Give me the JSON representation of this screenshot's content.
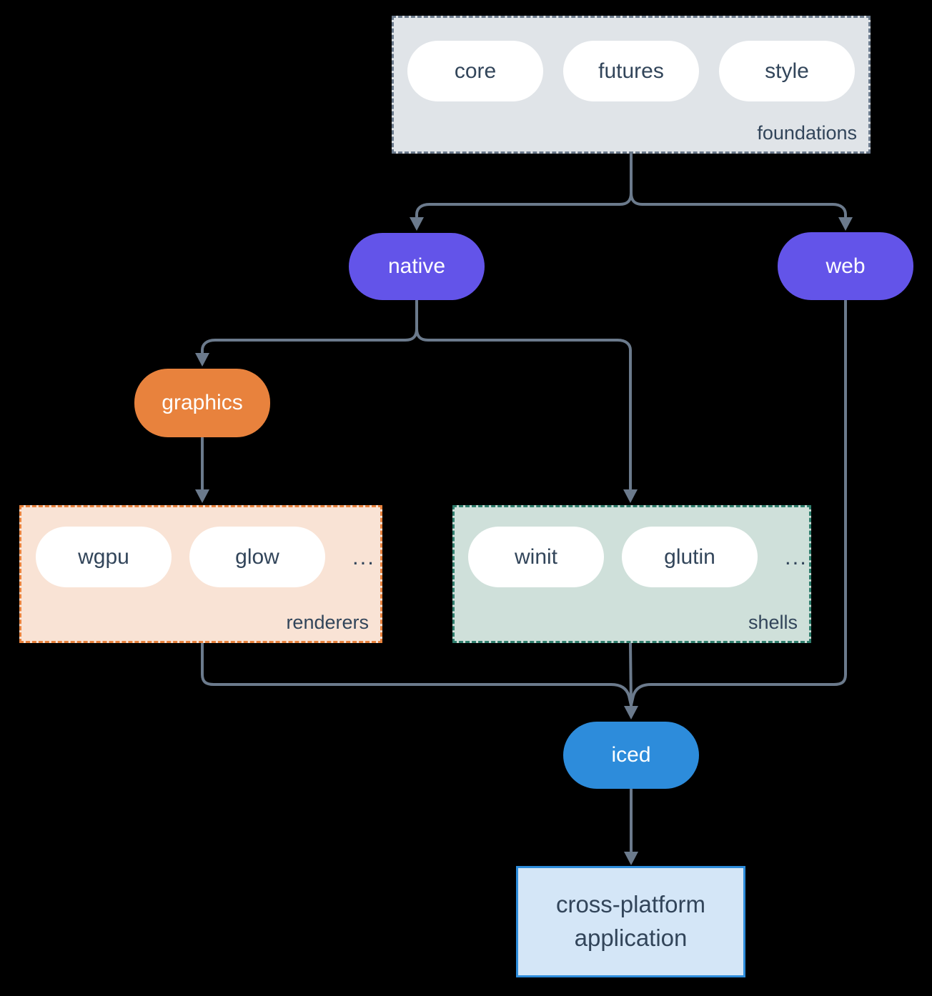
{
  "colors": {
    "background": "#000000",
    "connector": "#6b7a8c",
    "text_dark": "#32455a",
    "pill_white_bg": "#ffffff",
    "node_purple": "#6354e9",
    "node_orange": "#e8823d",
    "node_blue": "#2d8cdb",
    "foundations_bg": "#e0e4e8",
    "foundations_border": "#6b7a8c",
    "renderers_bg": "#f9e3d5",
    "renderers_border": "#e8823d",
    "shells_bg": "#cfe0da",
    "shells_border": "#2f7e6d",
    "app_bg": "#d4e6f7",
    "app_border": "#2d8cdb"
  },
  "groups": {
    "foundations": {
      "label": "foundations",
      "items": [
        "core",
        "futures",
        "style"
      ]
    },
    "renderers": {
      "label": "renderers",
      "items": [
        "wgpu",
        "glow"
      ],
      "ellipsis": "..."
    },
    "shells": {
      "label": "shells",
      "items": [
        "winit",
        "glutin"
      ],
      "ellipsis": "..."
    }
  },
  "nodes": {
    "native": "native",
    "web": "web",
    "graphics": "graphics",
    "iced": "iced",
    "application": "cross-platform application"
  }
}
